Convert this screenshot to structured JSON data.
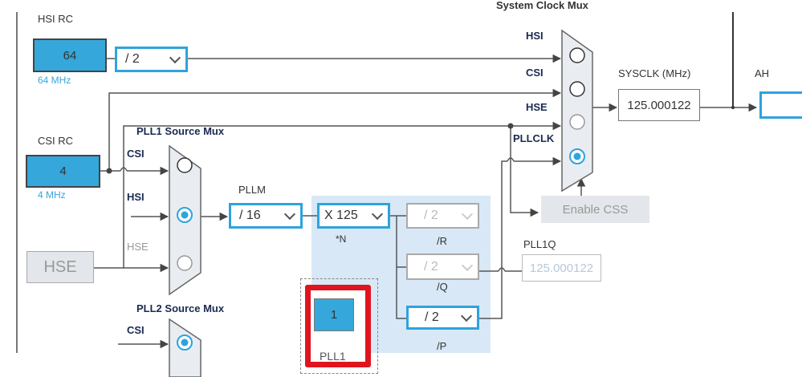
{
  "system_mux": {
    "title": "System Clock Mux",
    "inputs": [
      "HSI",
      "CSI",
      "HSE",
      "PLLCLK"
    ],
    "selected": "PLLCLK"
  },
  "hsi": {
    "label": "HSI RC",
    "value": "64",
    "freq": "64 MHz",
    "divider": "/ 2"
  },
  "csi": {
    "label": "CSI RC",
    "value": "4",
    "freq": "4 MHz"
  },
  "hse": {
    "label": "HSE"
  },
  "pll1_mux": {
    "title": "PLL1 Source Mux",
    "inputs": [
      "CSI",
      "HSI",
      "HSE"
    ],
    "selected": "HSI"
  },
  "pll2_mux": {
    "title": "PLL2 Source Mux",
    "inputs": [
      "CSI"
    ],
    "selected": "CSI"
  },
  "pllm": {
    "label": "PLLM",
    "value": "/ 16"
  },
  "pll": {
    "n_value": "X 125",
    "n_label": "*N",
    "r_value": "/ 2",
    "r_label": "/R",
    "q_value": "/ 2",
    "q_label": "/Q",
    "p_value": "/ 2",
    "p_label": "/P",
    "block_value": "1",
    "block_label": "PLL1"
  },
  "pll1q": {
    "label": "PLL1Q",
    "value": "125.000122"
  },
  "sysclk": {
    "label": "SYSCLK (MHz)",
    "value": "125.000122"
  },
  "enable_css": "Enable CSS",
  "ahb": {
    "label": "AH"
  },
  "colors": {
    "accent": "#2ea3dd",
    "source_fill": "#35a7da",
    "highlight": "#e0141e",
    "pll_panel": "#d8e8f6"
  }
}
